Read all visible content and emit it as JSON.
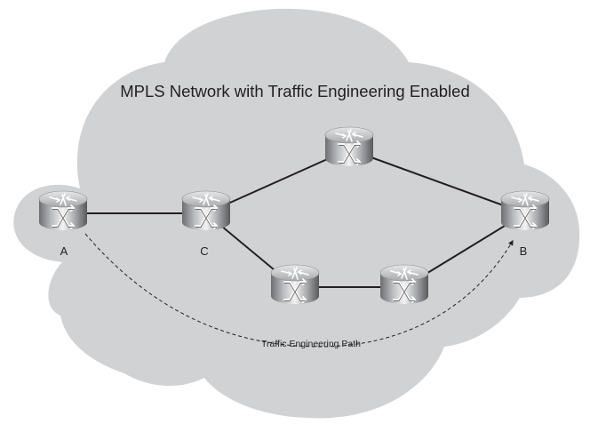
{
  "diagram": {
    "title": "MPLS Network with Traffic Engineering Enabled",
    "background_shape": "cloud",
    "colors": {
      "cloud_fill": "#d1d2d4",
      "link": "#231f20",
      "text": "#231f20"
    },
    "nodes": [
      {
        "id": "A",
        "label": "A",
        "type": "router"
      },
      {
        "id": "C",
        "label": "C",
        "type": "router"
      },
      {
        "id": "top",
        "label": "",
        "type": "router"
      },
      {
        "id": "bottom-left",
        "label": "",
        "type": "router"
      },
      {
        "id": "bottom-right",
        "label": "",
        "type": "router"
      },
      {
        "id": "B",
        "label": "B",
        "type": "router"
      }
    ],
    "links": [
      {
        "from": "A",
        "to": "C",
        "style": "solid"
      },
      {
        "from": "C",
        "to": "top",
        "style": "solid"
      },
      {
        "from": "top",
        "to": "B",
        "style": "solid"
      },
      {
        "from": "C",
        "to": "bottom-left",
        "style": "solid"
      },
      {
        "from": "bottom-left",
        "to": "bottom-right",
        "style": "solid"
      },
      {
        "from": "bottom-right",
        "to": "B",
        "style": "solid"
      }
    ],
    "te_path": {
      "from": "A",
      "to": "B",
      "style": "dashed",
      "arrow": "end",
      "label": "Traffic Engineering Path"
    }
  }
}
